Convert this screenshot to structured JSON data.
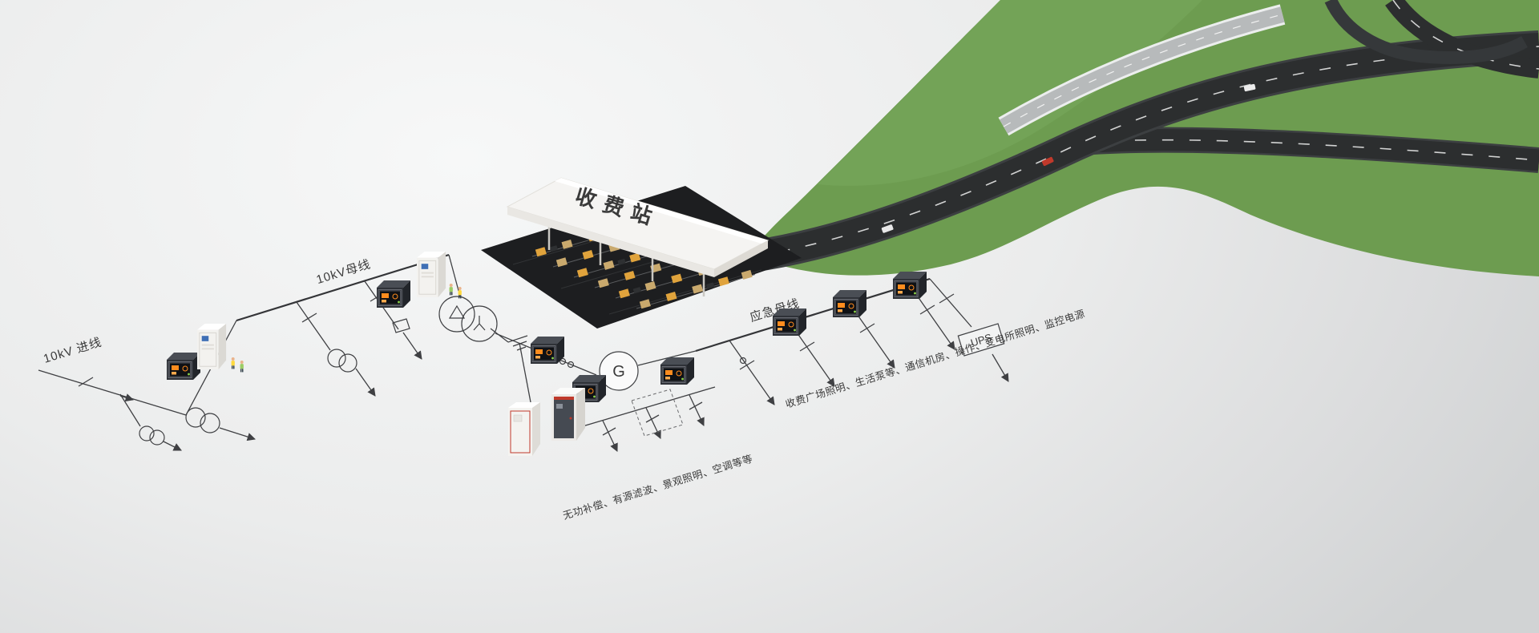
{
  "scene": {
    "colors": {
      "background_light": "#f7f8f8",
      "background_dark": "#d1d3d4",
      "grass": "#6d9c50",
      "road": "#2c2e2f",
      "bridge": "#b7babb",
      "asphalt": "#1d1e20",
      "diagram_line": "#3f4043",
      "canopy_white": "#f5f4f2",
      "sign_blue": "#4e7cae",
      "meter_screen_accent": "#ff8c1e",
      "cabinet_red": "#c0392b"
    }
  },
  "toll_station": {
    "sign": "收费站"
  },
  "diagram": {
    "incoming_label": "10kV 进线",
    "busbar_label": "10kV母线",
    "emergency_label": "应急母线",
    "generator_label": "G",
    "ups_label": "UPS",
    "loads_left_label": "无功补偿、有源滤波、景观照明、空调等等",
    "loads_right_label": "收费广场照明、生活泵等、通信机房、操作、变电所照明、监控电源"
  }
}
